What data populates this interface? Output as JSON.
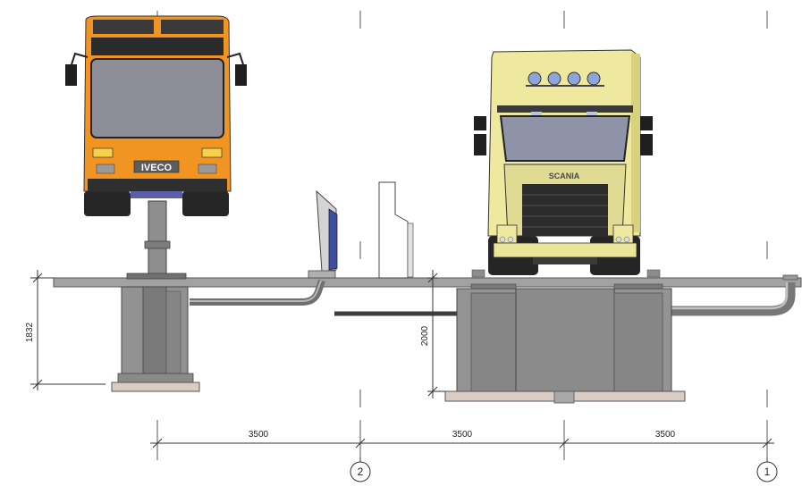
{
  "dimensions": {
    "span_a": "3500",
    "span_b": "3500",
    "span_c": "3500",
    "height_left": "1832",
    "height_right": "2000"
  },
  "grid_markers": {
    "marker_2": "2",
    "marker_1": "1"
  },
  "vehicles": {
    "bus_brand": "IVECO",
    "truck_brand": "SCANIA"
  },
  "colors": {
    "bus_orange": "#f29422",
    "bus_dark": "#2a2a2a",
    "truck_cream": "#efe9a0",
    "truck_cab_shadow": "#d8d27e",
    "windshield": "#8f8f9a",
    "steel": "#8d8d8d",
    "steel_dark": "#6e6e6e",
    "pit_base": "#d8c8c0",
    "platform": "#9c9c9c",
    "line": "#333333"
  }
}
